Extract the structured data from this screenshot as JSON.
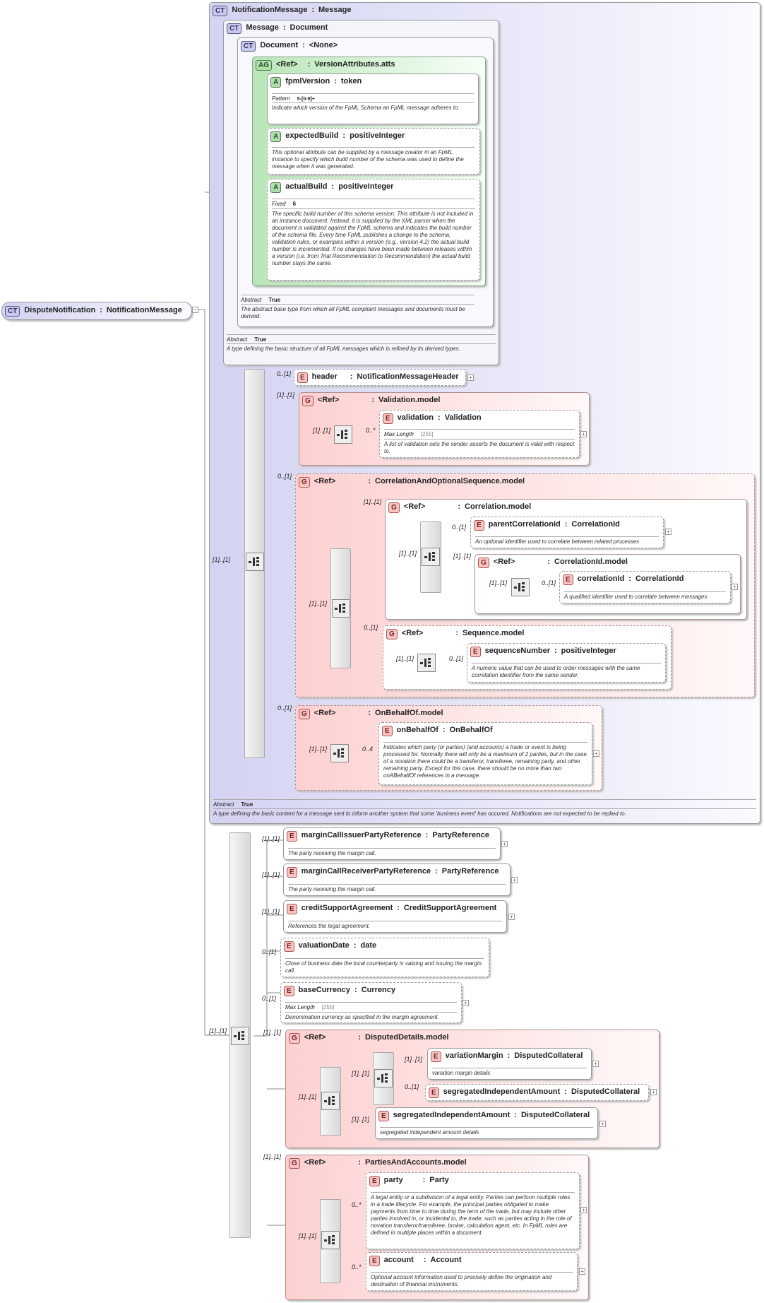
{
  "root": {
    "badge": "CT",
    "name": "DisputeNotification",
    "type": "NotificationMessage"
  },
  "notif": {
    "badge": "CT",
    "name": "NotificationMessage",
    "type": "Message",
    "abstract_label": "Abstract",
    "abstract_value": "True",
    "doc": "A type defining the basic content for a message sent to inform another system that some 'business event' has occured. Notifications are not expected to be replied to."
  },
  "message": {
    "badge": "CT",
    "name": "Message",
    "type": "Document",
    "abstract_label": "Abstract",
    "abstract_value": "True",
    "doc": "A type defining the basic structure of all FpML messages which is refined by its derived types."
  },
  "document": {
    "badge": "CT",
    "name": "Document",
    "type": "<None>",
    "abstract_label": "Abstract",
    "abstract_value": "True",
    "doc": "The abstract base type from which all FpML compliant messages and documents must be derived."
  },
  "attgroup": {
    "badge": "AG",
    "ref": "<Ref>",
    "name": "VersionAttributes.atts"
  },
  "fpmlVersion": {
    "badge": "A",
    "name": "fpmlVersion",
    "type": "token",
    "facet_label": "Pattern",
    "facet_value": "5-[0-9]+",
    "doc": "Indicate which version of the FpML Schema an FpML message adheres to."
  },
  "expectedBuild": {
    "badge": "A",
    "name": "expectedBuild",
    "type": "positiveInteger",
    "doc": "This optional attribute can be supplied by a message creator in an FpML instance to specify which build number of the schema was used to define the message when it was generated."
  },
  "actualBuild": {
    "badge": "A",
    "name": "actualBuild",
    "type": "positiveInteger",
    "facet_label": "Fixed",
    "facet_value": "6",
    "doc": "The specific build number of this schema version. This attribute is not included in an instance document. Instead, it is supplied by the XML parser when the document is validated against the FpML schema and indicates the build number of the schema file. Every time FpML publishes a change to the schema, validation rules, or examples within a version (e.g., version 4.2) the actual build number is incremented. If no changes have been made between releases within a version (i.e. from Trial Recommendation to Recommendation) the actual build number stays the same."
  },
  "header": {
    "badge": "E",
    "name": "header",
    "type": "NotificationMessageHeader",
    "card": "0..[1]"
  },
  "validationModel": {
    "badge": "G",
    "ref": "<Ref>",
    "name": "Validation.model",
    "card": "[1]..[1]"
  },
  "validation": {
    "badge": "E",
    "name": "validation",
    "type": "Validation",
    "facet_label": "Max Length",
    "facet_value": "[255]",
    "doc": "A list of validation sets the sender asserts the document is valid with respect to.",
    "card": "0..*",
    "seq_card": "[1]..[1]"
  },
  "corrOptSeq": {
    "badge": "G",
    "ref": "<Ref>",
    "name": "CorrelationAndOptionalSequence.model",
    "card": "0..[1]",
    "seq_card": "[1]..[1]"
  },
  "corrModel": {
    "badge": "G",
    "ref": "<Ref>",
    "name": "Correlation.model",
    "card": "[1]..[1]",
    "seq_card": "[1]..[1]"
  },
  "parentCorr": {
    "badge": "E",
    "name": "parentCorrelationId",
    "type": "CorrelationId",
    "card": "0..[1]",
    "doc": "An optional identifier used to correlate between related processes"
  },
  "corrIdModel": {
    "badge": "G",
    "ref": "<Ref>",
    "name": "CorrelationId.model",
    "card": "[1]..[1]",
    "seq_card": "[1]..[1]"
  },
  "corrId": {
    "badge": "E",
    "name": "correlationId",
    "type": "CorrelationId",
    "card": "0..[1]",
    "doc": "A qualified identifier used to correlate between messages"
  },
  "seqModel": {
    "badge": "G",
    "ref": "<Ref>",
    "name": "Sequence.model",
    "card": "0..[1]",
    "seq_card": "[1]..[1]"
  },
  "seqNum": {
    "badge": "E",
    "name": "sequenceNumber",
    "type": "positiveInteger",
    "card": "0..[1]",
    "doc": "A numeric value that can be used to order messages with the same correlation identifier from the same sender."
  },
  "onBehalfModel": {
    "badge": "G",
    "ref": "<Ref>",
    "name": "OnBehalfOf.model",
    "card": "0..[1]",
    "seq_card": "[1]..[1]"
  },
  "onBehalf": {
    "badge": "E",
    "name": "onBehalfOf",
    "type": "OnBehalfOf",
    "card": "0..4",
    "doc": "Indicates which party (or parties) (and accounts) a trade or event is being processed for. Normally there will only be a maximum of 2 parties, but in the case of a novation there could be a transferor, transferee, remaining party, and other remaining party. Except for this case, there should be no more than two onABehalfOf references in a message."
  },
  "notifSeqCard": "[1]..[1]",
  "rootSeqCard": "[1]..[1]",
  "mcIssuer": {
    "badge": "E",
    "name": "marginCallIssuerPartyReference",
    "type": "PartyReference",
    "card": "[1]..[1]",
    "doc": "The party receiving the margin call."
  },
  "mcReceiver": {
    "badge": "E",
    "name": "marginCallReceiverPartyReference",
    "type": "PartyReference",
    "card": "[1]..[1]",
    "doc": "The party receiving the margin call."
  },
  "csa": {
    "badge": "E",
    "name": "creditSupportAgreement",
    "type": "CreditSupportAgreement",
    "card": "[1]..[1]",
    "doc": "References the legal agreement."
  },
  "valDate": {
    "badge": "E",
    "name": "valuationDate",
    "type": "date",
    "card": "0..[1]",
    "doc": "Close of business date the local counterparty is valuing and issuing the margin call."
  },
  "baseCcy": {
    "badge": "E",
    "name": "baseCurrency",
    "type": "Currency",
    "card": "0..[1]",
    "facet_label": "Max Length",
    "facet_value": "[255]",
    "doc": "Denomination currency as specified in the margin agreement."
  },
  "disputed": {
    "badge": "G",
    "ref": "<Ref>",
    "name": "DisputedDetails.model",
    "card": "[1]..[1]",
    "seq_card": "[1]..[1]",
    "inner_seq_card": "[1]..[1]"
  },
  "varMargin": {
    "badge": "E",
    "name": "variationMargin",
    "type": "DisputedCollateral",
    "card": "[1]..[1]",
    "doc": "variation margin details"
  },
  "segInd1": {
    "badge": "E",
    "name": "segregatedIndependentAmount",
    "type": "DisputedCollateral",
    "card": "0..[1]"
  },
  "segInd2": {
    "badge": "E",
    "name": "segregatedIndependentAmount",
    "type": "DisputedCollateral",
    "card": "[1]..[1]",
    "doc": "segregated independent amount details"
  },
  "parties": {
    "badge": "G",
    "ref": "<Ref>",
    "name": "PartiesAndAccounts.model",
    "card": "[1]..[1]",
    "seq_card": "[1]..[1]"
  },
  "party": {
    "badge": "E",
    "name": "party",
    "type": "Party",
    "card": "0..*",
    "doc": "A legal entity or a subdivision of a legal entity. Parties can perform multiple roles in a trade lifecycle. For example, the principal parties obligated to make payments from time to time during the term of the trade, but may include other parties involved in, or incidental to, the trade, such as parties acting in the role of novation transferor/transferee, broker, calculation agent, etc. In FpML roles are defined in multiple places within a document."
  },
  "account": {
    "badge": "E",
    "name": "account",
    "type": "Account",
    "card": "0..*",
    "doc": "Optional account information used to precisely define the origination and destination of financial instruments."
  }
}
